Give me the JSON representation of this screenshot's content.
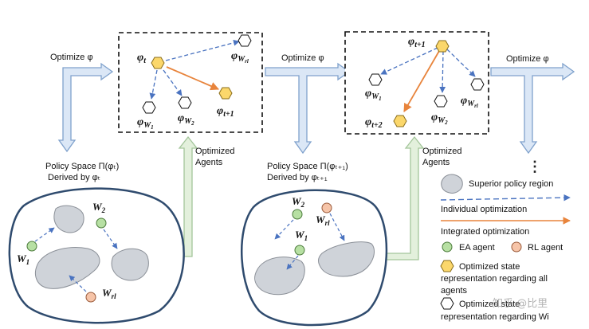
{
  "labels": {
    "optimize_1": "Optimize φ",
    "optimize_2": "Optimize φ",
    "optimize_3": "Optimize φ",
    "policy_space_1_line1": "Policy Space Π(φₜ)",
    "policy_space_1_line2": "Derived by φₜ",
    "policy_space_2_line1": "Policy Space Π(φₜ₊₁)",
    "policy_space_2_line2": "Derived by φₜ₊₁",
    "optimized_agents_1_line1": "Optimized",
    "optimized_agents_1_line2": "Agents",
    "optimized_agents_2_line1": "Optimized",
    "optimized_agents_2_line2": "Agents",
    "ellipsis": "⋮"
  },
  "box1": {
    "phi_t": "φt",
    "phi_w_rl": "φWrl",
    "phi_w1": "φW1",
    "phi_w2": "φW2",
    "phi_t1": "φt+1"
  },
  "box2": {
    "phi_t1": "φt+1",
    "phi_w1": "φW1",
    "phi_w2": "φW2",
    "phi_w_rl": "φWrl",
    "phi_t2": "φt+2"
  },
  "space1": {
    "w1": "W1",
    "w2": "W2",
    "w_rl": "Wrl"
  },
  "space2": {
    "w1": "W1",
    "w2": "W2",
    "w_rl": "Wrl"
  },
  "legend": {
    "superior": "Superior policy region",
    "individual": "Individual optimization",
    "integrated": "Integrated optimization",
    "ea_agent": "EA agent",
    "rl_agent": "RL agent",
    "opt_state_line1": "Optimized state",
    "opt_state_line2": "representation regarding all",
    "opt_state_line3": "agents",
    "opt_state_wi_line1": "Optimized state",
    "opt_state_wi_line2": "representation regarding Wi"
  },
  "watermark": "知乎 @比里",
  "colors": {
    "dashed_arrow": "#4a73c0",
    "orange_arrow": "#e8843c",
    "region_fill": "#cfd3d9",
    "ea_fill": "#b7e0a3",
    "rl_fill": "#f6c4a8",
    "hex_yellow": "#fbd76b",
    "box_arrow_fill": "#dbe7f6",
    "box_arrow_stroke": "#7fa1cc",
    "green_arrow_fill": "#e3f0dc",
    "green_arrow_stroke": "#a3c59a",
    "ellipse_stroke": "#2f4b6e"
  }
}
